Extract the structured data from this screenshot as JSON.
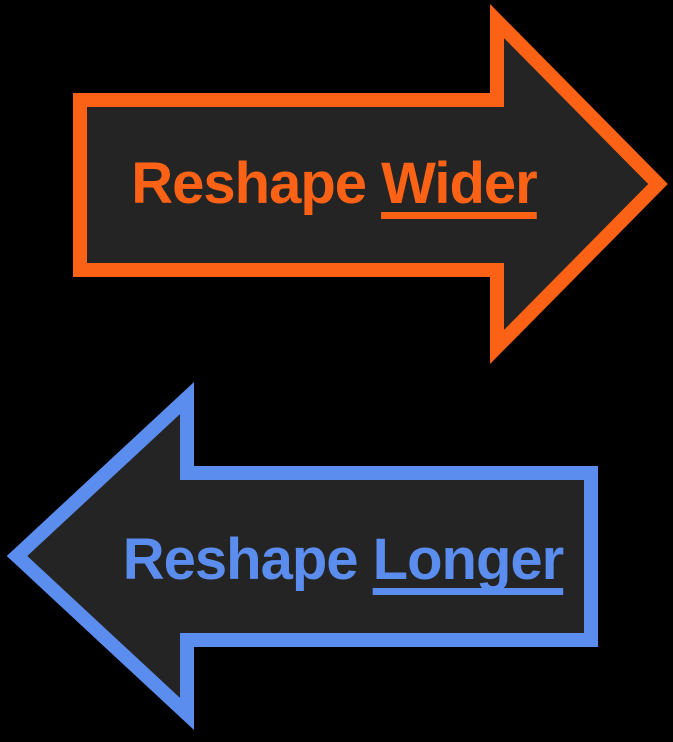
{
  "background": "#000000",
  "arrows": [
    {
      "id": "reshape-wider",
      "direction": "right",
      "label_prefix": "Reshape ",
      "label_underlined": "Wider",
      "color": "#FB6215",
      "fill": "#242424"
    },
    {
      "id": "reshape-longer",
      "direction": "left",
      "label_prefix": "Reshape ",
      "label_underlined": "Longer",
      "color": "#5B8DEE",
      "fill": "#242424"
    }
  ]
}
